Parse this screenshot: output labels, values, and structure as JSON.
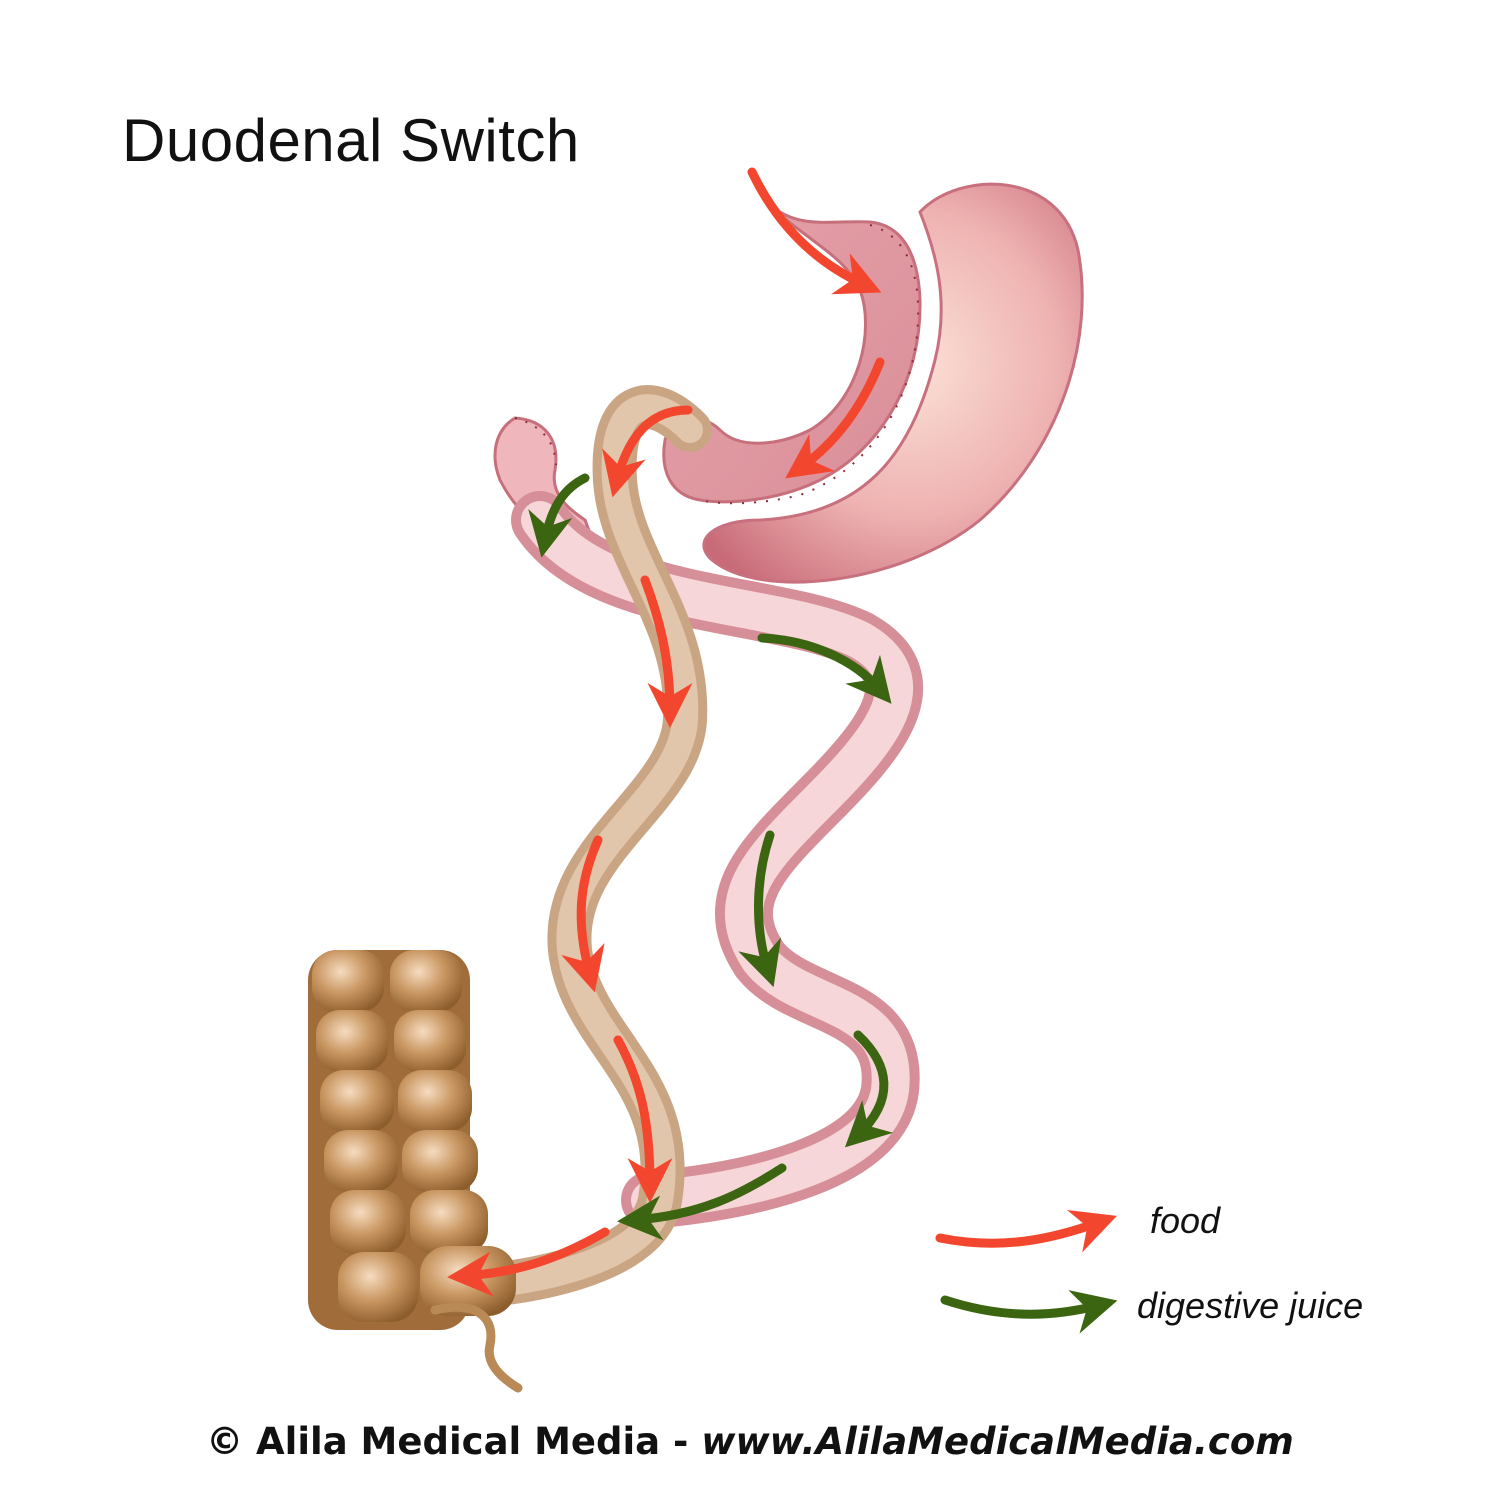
{
  "title": "Duodenal Switch",
  "legend": {
    "food_label": "food",
    "juice_label": "digestive juice"
  },
  "credit": {
    "owner": "© Alila Medical Media -",
    "url": "www.AlilaMedicalMedia.com"
  },
  "colors": {
    "food_arrow": "#f2472e",
    "juice_arrow": "#3b6510",
    "stomach": "#e7a0a5",
    "intestine_pink": "#f1c4c8",
    "alimentary_limb": "#d8b79c",
    "colon": "#b98a55"
  }
}
